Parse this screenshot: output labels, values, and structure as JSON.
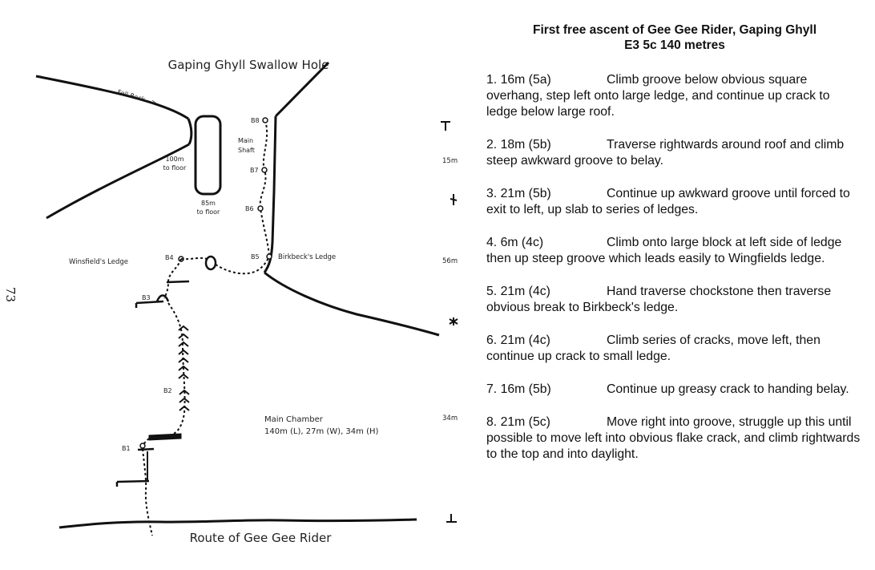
{
  "page_number": "73",
  "diagram": {
    "title": "Gaping Ghyll Swallow Hole",
    "caption": "Route of Gee Gee Rider",
    "stream_label": "Fell Beck -->",
    "shaft_labels": [
      {
        "text": "100m\nto floor"
      },
      {
        "text": "85m\nto floor"
      }
    ],
    "main_shaft_label": "Main\nShaft",
    "ledges": {
      "left": "Winsfield's Ledge",
      "right": "Birkbeck's Ledge"
    },
    "belays": [
      "B1",
      "B2",
      "B3",
      "B4",
      "B5",
      "B6",
      "B7",
      "B8"
    ],
    "chamber": {
      "name": "Main Chamber",
      "dimensions": "140m (L), 27m (W), 34m (H)"
    },
    "scale_marks": [
      "15m",
      "56m",
      "34m"
    ]
  },
  "route": {
    "title_line1": "First free ascent of Gee Gee Rider, Gaping Ghyll",
    "title_line2": "E3 5c 140 metres",
    "pitches": [
      {
        "head": "1. 16m (5a)",
        "text": "Climb groove below obvious square overhang, step left onto large ledge, and continue up crack to ledge below large roof."
      },
      {
        "head": "2. 18m (5b)",
        "text": "Traverse rightwards around roof and climb steep awkward groove to belay."
      },
      {
        "head": "3. 21m (5b)",
        "text": "Continue up awkward groove until forced to exit to left, up slab to series of ledges."
      },
      {
        "head": "4. 6m (4c)",
        "text": "Climb onto large block at left side of ledge then up steep groove which leads easily to Wingfields ledge."
      },
      {
        "head": "5. 21m (4c)",
        "text": "Hand traverse chockstone then traverse obvious break to Birkbeck's ledge."
      },
      {
        "head": "6. 21m (4c)",
        "text": "Climb series of cracks, move left, then continue up crack to small ledge."
      },
      {
        "head": "7. 16m (5b)",
        "text": "Continue up greasy crack to handing belay."
      },
      {
        "head": "8. 21m (5c)",
        "text": "Move right into groove, struggle up this until possible to move left into obvious flake crack, and climb rightwards to the top and into daylight."
      }
    ]
  }
}
